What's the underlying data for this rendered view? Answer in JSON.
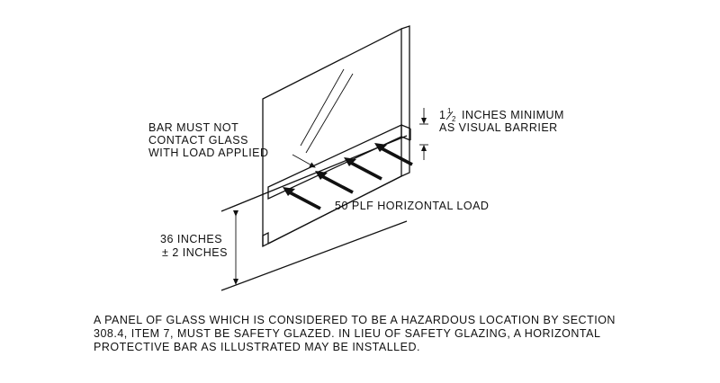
{
  "labels": {
    "bar_note": [
      "BAR MUST NOT",
      "CONTACT GLASS",
      "WITH LOAD APPLIED"
    ],
    "barrier_size": "1",
    "barrier_fraction_num": "1",
    "barrier_fraction_den": "2",
    "barrier_line1": "INCHES MINIMUM",
    "barrier_line2": "AS VISUAL BARRIER",
    "load": "50 PLF HORIZONTAL LOAD",
    "height_line1": "36 INCHES",
    "height_line2": "± 2 INCHES"
  },
  "caption": [
    "A PANEL OF GLASS WHICH IS CONSIDERED TO BE A HAZARDOUS LOCATION BY SECTION",
    "308.4, ITEM 7, MUST BE SAFETY GLAZED. IN LIEU OF SAFETY GLAZING, A HORIZONTAL",
    "PROTECTIVE BAR AS ILLUSTRATED MAY BE INSTALLED."
  ],
  "colors": {
    "ink": "#111111",
    "background": "#ffffff"
  }
}
